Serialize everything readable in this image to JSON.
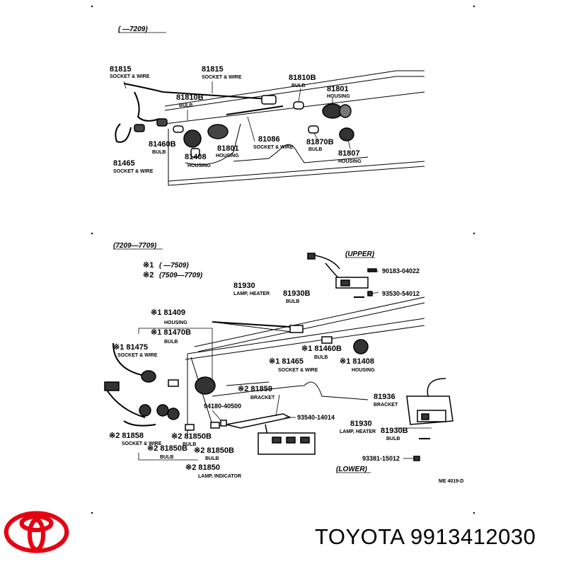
{
  "diagram": {
    "top_section": {
      "header": "(      —7209)",
      "labels": [
        {
          "id": "t1",
          "pn": "81815",
          "sub": "SOCKET & WIRE"
        },
        {
          "id": "t2",
          "pn": "81815",
          "sub": "SOCKET & WIRE"
        },
        {
          "id": "t3",
          "pn": "81810B",
          "sub": "BULB"
        },
        {
          "id": "t4",
          "pn": "81801",
          "sub": "HOUSING"
        },
        {
          "id": "t5",
          "pn": "81810B",
          "sub": "BULB"
        },
        {
          "id": "t6",
          "pn": "81460B",
          "sub": "BULB"
        },
        {
          "id": "t7",
          "pn": "81408",
          "sub": "HOUSING"
        },
        {
          "id": "t8",
          "pn": "81801",
          "sub": "HOUSING"
        },
        {
          "id": "t9",
          "pn": "81086",
          "sub": "SOCKET & WIRE"
        },
        {
          "id": "t10",
          "pn": "81870B",
          "sub": "BULB"
        },
        {
          "id": "t11",
          "pn": "81807",
          "sub": "HOUSING"
        },
        {
          "id": "t12",
          "pn": "81465",
          "sub": "SOCKET & WIRE"
        }
      ]
    },
    "bottom_section": {
      "header": "(7209—7709)",
      "notes": [
        {
          "mark": "※1",
          "text": "(      —7509)"
        },
        {
          "mark": "※2",
          "text": "(7509—7709)"
        }
      ],
      "upper_label": "(UPPER)",
      "lower_label": "(LOWER)",
      "drawing_code": "ME 4019-D",
      "labels": [
        {
          "id": "b1",
          "pn": "81930",
          "sub": "LAMP, HEATER"
        },
        {
          "id": "b2",
          "pn": "81930B",
          "sub": "BULB"
        },
        {
          "id": "b3",
          "pn": "90183-04022",
          "sub": ""
        },
        {
          "id": "b4",
          "pn": "93530-54012",
          "sub": ""
        },
        {
          "id": "b5",
          "pn": "※1 81409",
          "sub": "HOUSING"
        },
        {
          "id": "b6",
          "pn": "※1 81470B",
          "sub": "BULB"
        },
        {
          "id": "b7",
          "pn": "※1 81475",
          "sub": "SOCKET & WIRE"
        },
        {
          "id": "b8",
          "pn": "※1 81460B",
          "sub": "BULB"
        },
        {
          "id": "b9",
          "pn": "※1 81465",
          "sub": "SOCKET & WIRE"
        },
        {
          "id": "b10",
          "pn": "※1 81408",
          "sub": "HOUSING"
        },
        {
          "id": "b11",
          "pn": "※2 81859",
          "sub": "BRACKET"
        },
        {
          "id": "b12",
          "pn": "81936",
          "sub": "BRACKET"
        },
        {
          "id": "b13",
          "pn": "94180-40500",
          "sub": ""
        },
        {
          "id": "b14",
          "pn": "93540-14014",
          "sub": ""
        },
        {
          "id": "b15",
          "pn": "81930",
          "sub": "LAMP, HEATER"
        },
        {
          "id": "b16",
          "pn": "81930B",
          "sub": "BULB"
        },
        {
          "id": "b17",
          "pn": "※2 81858",
          "sub": "SOCKET & WIRE"
        },
        {
          "id": "b18",
          "pn": "※2 81850B",
          "sub": "BULB"
        },
        {
          "id": "b19",
          "pn": "※2 81850B",
          "sub": "BULB"
        },
        {
          "id": "b20",
          "pn": "※2 81850B",
          "sub": "BULB"
        },
        {
          "id": "b21",
          "pn": "93381-15012",
          "sub": ""
        },
        {
          "id": "b22",
          "pn": "※2 81850",
          "sub": "LAMP, INDICATOR"
        }
      ]
    }
  },
  "brand": {
    "text": "TOYOTA 9913412030",
    "logo": "toyota-logo",
    "logo_color": "#e60012"
  }
}
